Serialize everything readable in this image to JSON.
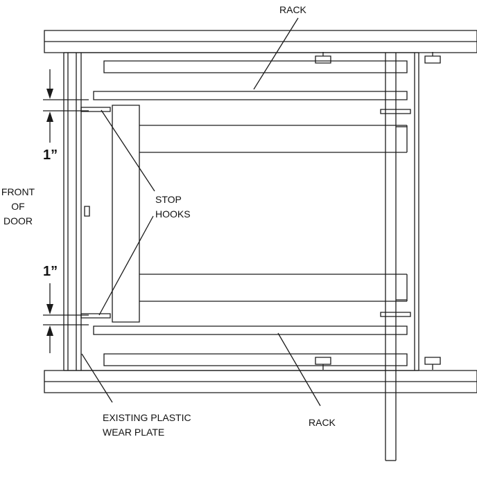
{
  "labels": {
    "rack_top": "RACK",
    "rack_bottom": "RACK",
    "front_of_door": [
      "FRONT",
      "OF",
      "DOOR"
    ],
    "stop_hooks": [
      "STOP",
      "HOOKS"
    ],
    "dimension_top": "1”",
    "dimension_bottom": "1”",
    "wear_plate": [
      "EXISTING PLASTIC",
      "WEAR PLATE"
    ]
  },
  "style": {
    "line_color": "#1a1a1a",
    "background": "#ffffff"
  }
}
